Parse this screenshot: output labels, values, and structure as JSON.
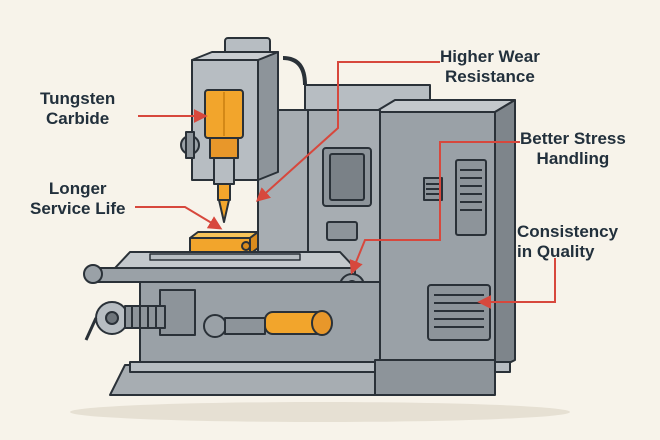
{
  "callouts": {
    "tungsten_carbide": {
      "line1": "Tungsten",
      "line2": "Carbide"
    },
    "longer_service_life": {
      "line1": "Longer",
      "line2": "Service Life"
    },
    "higher_wear_resistance": {
      "line1": "Higher Wear",
      "line2": "Resistance"
    },
    "better_stress_handling": {
      "line1": "Better Stress",
      "line2": "Handling"
    },
    "consistency_in_quality": {
      "line1": "Consistency",
      "line2": "in Quality"
    }
  },
  "colors": {
    "background": "#f7f3ea",
    "machine_gray": "#9aa1a7",
    "machine_light": "#b7bdc2",
    "machine_dark": "#6e757b",
    "outline": "#2a3138",
    "tool_orange": "#f2a52c",
    "accent_red": "#d7483d",
    "text": "#22303c"
  },
  "icons": [
    "milling-machine-illustration"
  ]
}
